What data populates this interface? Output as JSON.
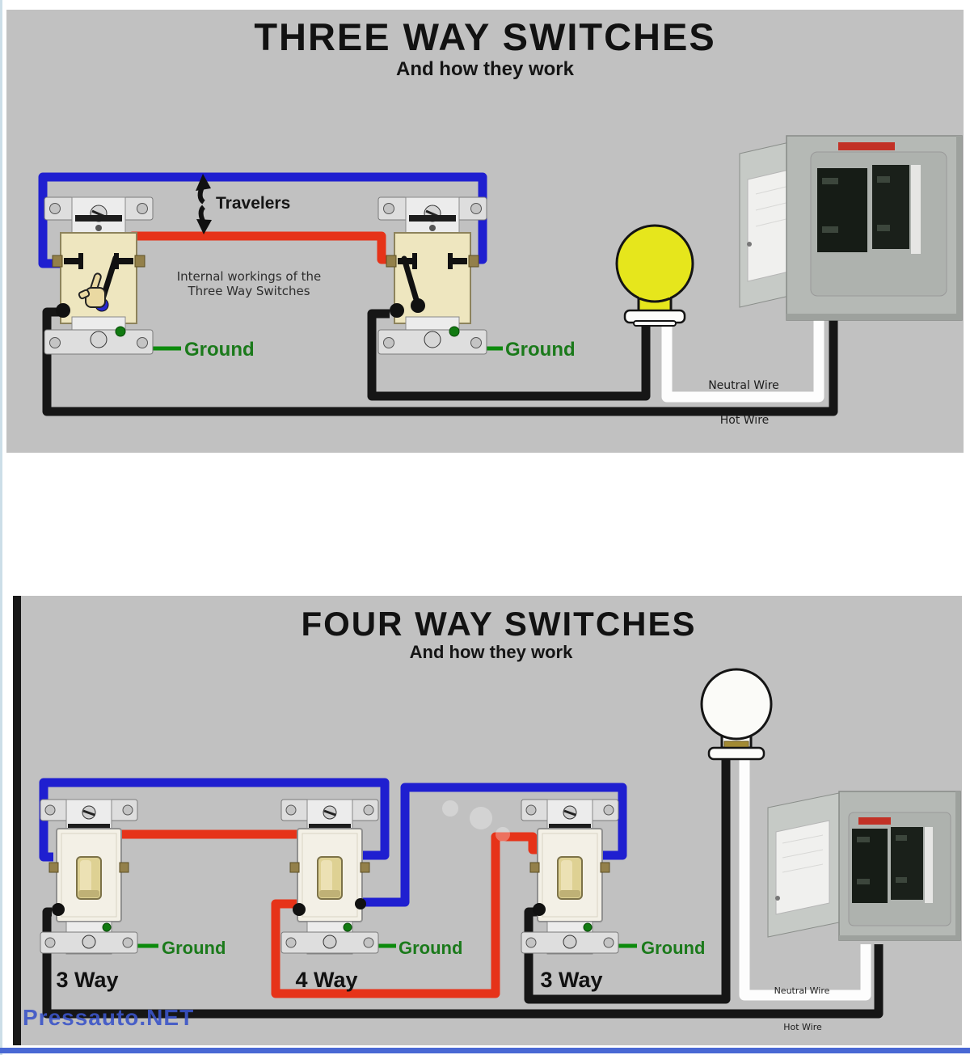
{
  "watermark": {
    "text": "Pressauto.NET",
    "color": "#3b55c8"
  },
  "colors": {
    "diagram_bg": "#c1c1c1",
    "wire_blue": "#1f1fd0",
    "wire_red": "#e63319",
    "wire_black": "#161616",
    "wire_white": "#fdfdfd",
    "wire_green": "#0c8a0c",
    "ground_text": "#1b7a1b",
    "bulb_yellow": "#e6e61c",
    "bulb_off_white": "#fbfbf8",
    "switch_body_cream": "#eee6bf",
    "panel_gray": "#b5b9b5",
    "footer_line": "#4968d4"
  },
  "three_way": {
    "title": "THREE WAY SWITCHES",
    "subtitle": "And how they work",
    "travelers_label": "Travelers",
    "internal_note_line1": "Internal workings of  the",
    "internal_note_line2": "Three Way Switches",
    "ground_left": "Ground",
    "ground_right": "Ground",
    "neutral_label": "Neutral Wire",
    "hot_label": "Hot Wire"
  },
  "four_way": {
    "title": "FOUR WAY SWITCHES",
    "subtitle": "And how they work",
    "switches": [
      {
        "label": "3 Way",
        "ground": "Ground"
      },
      {
        "label": "4 Way",
        "ground": "Ground"
      },
      {
        "label": "3 Way",
        "ground": "Ground"
      }
    ],
    "neutral_label": "Neutral Wire",
    "hot_label": "Hot Wire"
  }
}
